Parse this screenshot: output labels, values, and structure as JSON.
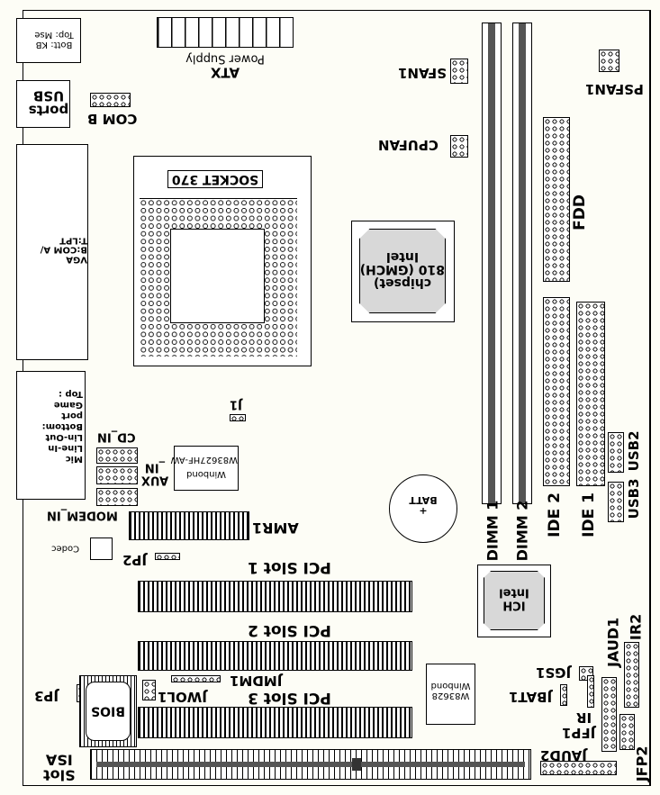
{
  "board": {
    "ps2": [
      "Top: Mse",
      "Bott: KB"
    ],
    "usb_ports": [
      "USB",
      "ports"
    ],
    "com_b": "COM B",
    "atx": [
      "Power Supply",
      "ATX"
    ],
    "sfan1": "SFAN1",
    "psfan1": "PSFAN1",
    "cpufan": "CPUFAN",
    "socket": "SOCKET 370",
    "fdd": "FDD",
    "gmch": [
      "Intel",
      "810 (GMCH)",
      "chipset)"
    ],
    "lpt": [
      "T:LPT",
      "B:COM A/",
      "VGA"
    ],
    "audio": [
      "Top :",
      "Game",
      "port",
      "Bottom:",
      "Lin-Out",
      "Line-In",
      "Mic"
    ],
    "j1": "J1",
    "cd_in": "CD_IN",
    "aux_in": "AUX_IN",
    "modem_in": "MODEM_IN",
    "sio": [
      "W83627HF-AW",
      "Winbond"
    ],
    "amr1": "AMR1",
    "batt": [
      "BATT",
      "+"
    ],
    "dimm1": "DIMM 1",
    "dimm2": "DIMM 2",
    "ide2": "IDE 2",
    "ide1": "IDE 1",
    "usb3": "USB3",
    "usb2": "USB2",
    "codec": "Codec",
    "jp2": "JP2",
    "pci1": "PCI Slot 1",
    "pci2": "PCI Slot 2",
    "pci3": "PCI Slot 3",
    "ich": [
      "Intel",
      "ICH"
    ],
    "jmdm1": "JMDM1",
    "jwol1": "JWOL1",
    "jp3": "JP3",
    "bios": "BIOS",
    "w83628": [
      "Winbond",
      "W83628"
    ],
    "jgs1": "JGS1",
    "jbat1": "JBAT1",
    "ir": "IR",
    "jfp1": "JFP1",
    "jaud2": "JAUD2",
    "jaud1": "JAUD1",
    "ir2": "IR2",
    "jfp2": "JFP2",
    "isa": [
      "ISA",
      "Slot"
    ]
  }
}
